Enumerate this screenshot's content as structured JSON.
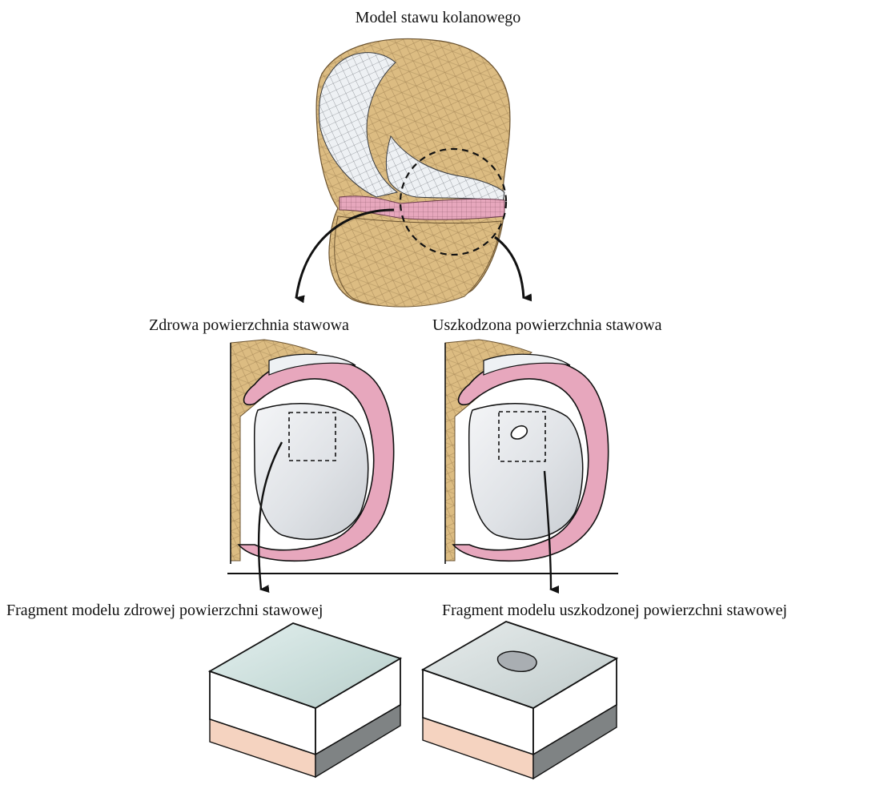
{
  "figure": {
    "title": "Model stawu kolanowego",
    "healthy_surface_label": "Zdrowa powierzchnia stawowa",
    "damaged_surface_label": "Uszkodzona powierzchnia stawowa",
    "healthy_fragment_label": "Fragment modelu zdrowej powierzchni stawowej",
    "damaged_fragment_label": "Fragment modelu uszkodzonej powierzchni stawowej"
  },
  "colors": {
    "bone": "#d9b87e",
    "cartilage": "#eef1f4",
    "meniscus": "#e7a7bd",
    "fragment_top": "#cfe3e0",
    "fragment_base": "#f5d3c0",
    "lesion": "#a9aeb2",
    "outline": "#111111"
  }
}
